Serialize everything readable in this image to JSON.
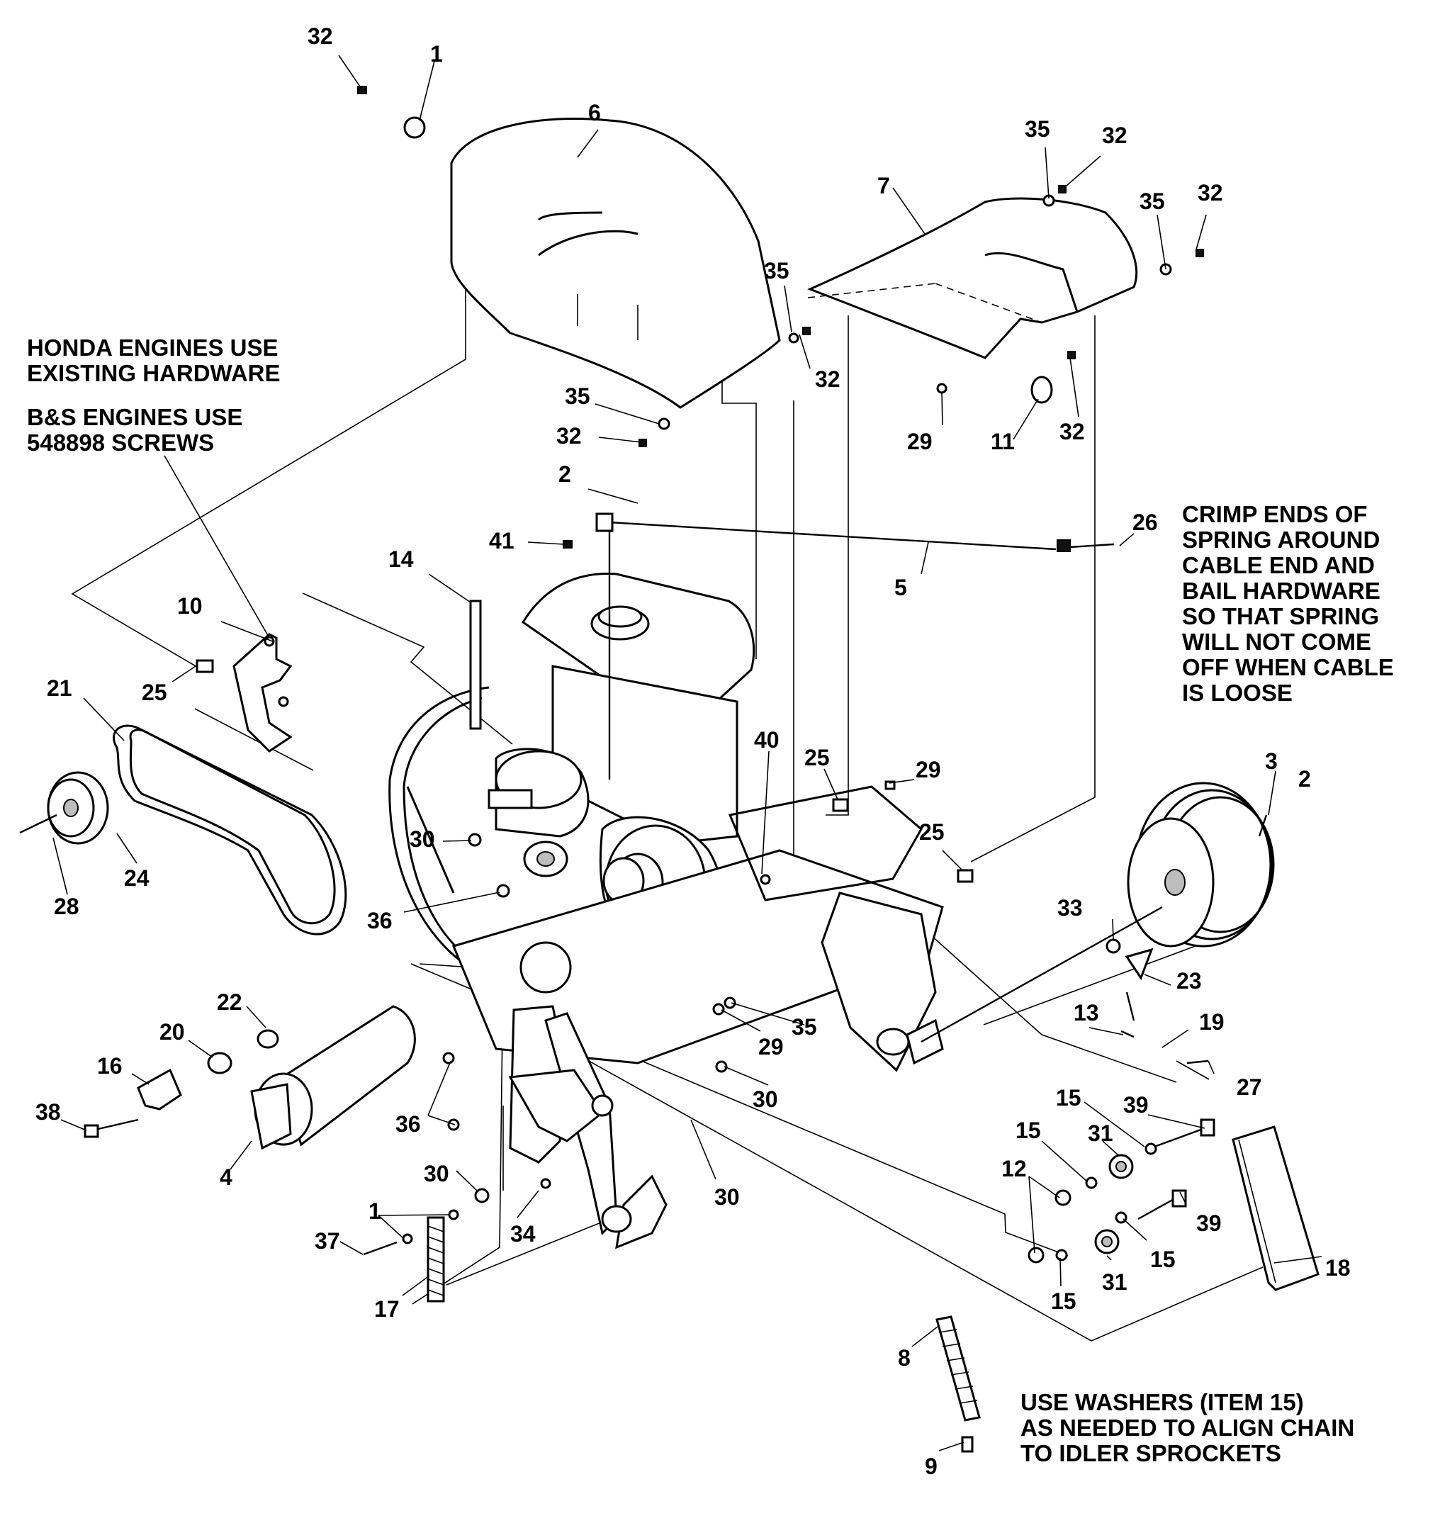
{
  "notes": {
    "honda_line1": "HONDA ENGINES USE",
    "honda_line2": "EXISTING HARDWARE",
    "bs_line1": "B&S ENGINES USE",
    "bs_line2": "548898 SCREWS",
    "crimp_lines": [
      "CRIMP ENDS OF",
      "SPRING AROUND",
      "CABLE END AND",
      "BAIL HARDWARE",
      "SO THAT SPRING",
      "WILL NOT COME",
      "OFF WHEN CABLE",
      "IS LOOSE"
    ],
    "washers_lines": [
      "USE WASHERS (ITEM 15)",
      "AS NEEDED TO ALIGN CHAIN",
      "TO IDLER SPROCKETS"
    ]
  },
  "callouts": {
    "c32a": "32",
    "c1a": "1",
    "c6": "6",
    "c7": "7",
    "c35a": "35",
    "c32b": "32",
    "c35b": "35",
    "c32c": "32",
    "c35c": "35",
    "c32d": "32",
    "c35d": "35",
    "c32e": "32",
    "c29a": "29",
    "c11": "11",
    "c32f": "32",
    "c2a": "2",
    "c41": "41",
    "c5": "5",
    "c26": "26",
    "c14": "14",
    "c10": "10",
    "c25a": "25",
    "c21": "21",
    "c24": "24",
    "c28": "28",
    "c30a": "30",
    "c36a": "36",
    "c40": "40",
    "c25b": "25",
    "c29b": "29",
    "c25c": "25",
    "c3": "3",
    "c2b": "2",
    "c33": "33",
    "c23": "23",
    "c13": "13",
    "c19": "19",
    "c27": "27",
    "c22": "22",
    "c20": "20",
    "c16": "16",
    "c38": "38",
    "c4": "4",
    "c35e": "35",
    "c29c": "29",
    "c30b": "30",
    "c36b": "36",
    "c30c": "30",
    "c30d": "30",
    "c1b": "1",
    "c37": "37",
    "c17": "17",
    "c34": "34",
    "c15a": "15",
    "c39a": "39",
    "c15b": "15",
    "c31a": "31",
    "c12": "12",
    "c39b": "39",
    "c15c": "15",
    "c31b": "31",
    "c15d": "15",
    "c18": "18",
    "c8": "8",
    "c9": "9"
  }
}
